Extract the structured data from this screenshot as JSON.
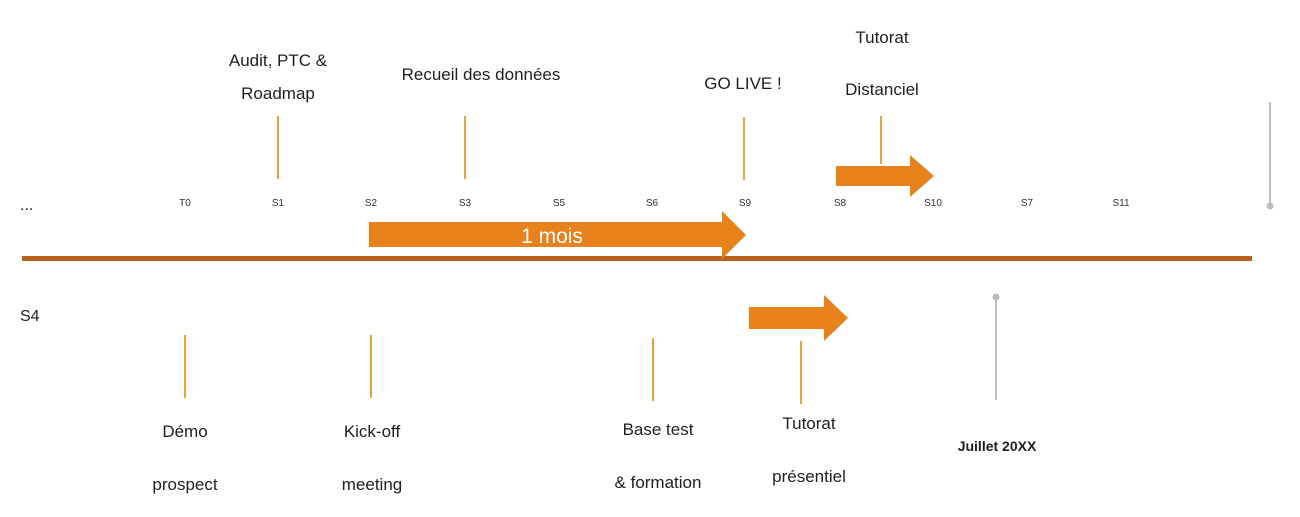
{
  "colors": {
    "accent": "#E8821A",
    "axis": "#B9611C",
    "tick": "#E8A33C",
    "grey": "#BDBDBD",
    "text": "#1F1F1F"
  },
  "timeline": {
    "left_ellipsis": "...",
    "left_label": "S4",
    "weeks": [
      "T0",
      "S1",
      "S2",
      "S3",
      "S5",
      "S6",
      "S9",
      "S8",
      "S10",
      "S7",
      "S11"
    ]
  },
  "milestones_top": [
    {
      "lines": [
        "Audit, PTC &",
        "Roadmap"
      ]
    },
    {
      "lines": [
        "Recueil des données"
      ]
    },
    {
      "lines": [
        "GO LIVE !"
      ]
    },
    {
      "lines": [
        "Tutorat",
        "Distanciel"
      ]
    }
  ],
  "milestones_bottom": [
    {
      "lines": [
        "Démo",
        "prospect"
      ]
    },
    {
      "lines": [
        "Kick-off",
        "meeting"
      ]
    },
    {
      "lines": [
        "Base test",
        "& formation"
      ]
    },
    {
      "lines": [
        "Tutorat",
        "présentiel"
      ]
    }
  ],
  "arrows": [
    {
      "label": "1 mois"
    },
    {
      "label": ""
    },
    {
      "label": ""
    }
  ],
  "end_marker": {
    "label": "Juillet 20XX"
  }
}
